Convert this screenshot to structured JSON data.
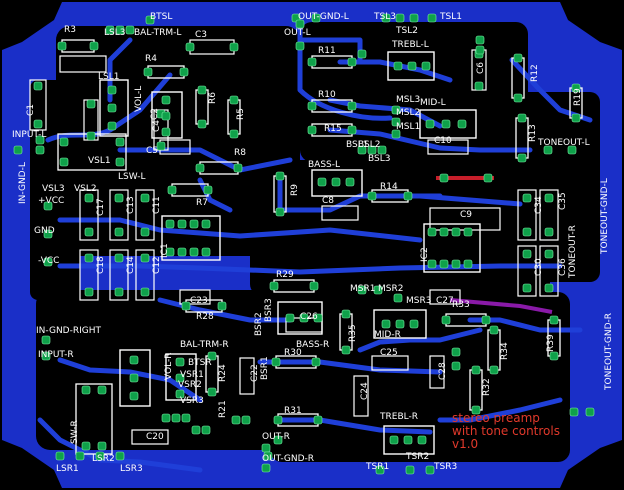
{
  "colors": {
    "background": "#000000",
    "board": "#1a2fc8",
    "trace": "#1f3fd8",
    "pad": "#0fa14a",
    "silk": "#ffffff",
    "note": "#e0392b",
    "jumper_red": "#c81e2a",
    "jumper_violet": "#8a1aa8"
  },
  "note": {
    "line1": "stereo preamp",
    "line2": "with tone controls",
    "line3": "v1.0"
  },
  "labels": {
    "BTSL": "BTSL",
    "BAL_TRM_L": "BAL-TRM-L",
    "LSL3": "LSL3",
    "LSL1": "LSL1",
    "R3": "R3",
    "C3": "C3",
    "R4": "R4",
    "OUT_GND_L": "OUT-GND-L",
    "OUT_L": "OUT-L",
    "TSL3": "TSL3",
    "TSL2": "TSL2",
    "TSL1": "TSL1",
    "TREBL_L": "TREBL-L",
    "C6": "C6",
    "R12": "R12",
    "R19": "R19",
    "R11": "R11",
    "C2": "C2",
    "R6": "R6",
    "R10": "R10",
    "MSL3": "MSL3",
    "MSL2": "MSL2",
    "MSL1": "MSL1",
    "MID_L": "MID-L",
    "C10": "C10",
    "R13": "R13",
    "R5": "R5",
    "C4": "C4",
    "VOL_L": "VOL-L",
    "C1": "C1",
    "INPUT_L": "INPUT-L",
    "IN_GND_L": "IN-GND-L",
    "VSL1": "VSL1",
    "LSW_L": "LSW-L",
    "C5": "C5",
    "R8": "R8",
    "R9": "R9",
    "R15": "R15",
    "BSL1": "BSL1",
    "BSL2": "BSL2",
    "BSL3": "BSL3",
    "BASS_L": "BASS-L",
    "TONEOUT_L": "TONEOUT-L",
    "TONEOUT_GND_L": "TONEOUT-GND-L",
    "VSL3": "VSL3",
    "VSL2": "VSL2",
    "PLUS_VCC": "+VCC",
    "GND": "GND",
    "MINUS_VCC": "-VCC",
    "C17": "C17",
    "C13": "C13",
    "C11": "C11",
    "R7": "R7",
    "R14": "R14",
    "C8": "C8",
    "C9": "C9",
    "C35": "C35",
    "C34": "C34",
    "IC1": "IC1",
    "IC2": "IC2",
    "C18": "C18",
    "C14": "C14",
    "C12": "C12",
    "C30": "C30",
    "C36": "C36",
    "TONEOUT_R": "TONEOUT-R",
    "R29": "R29",
    "C23": "C23",
    "MSR1": "MSR1",
    "MSR2": "MSR2",
    "MSR3": "MSR3",
    "C27": "C27",
    "R33": "R33",
    "TONEOUT_GND_R": "TONEOUT-GND-R",
    "BSR3": "BSR3",
    "BSR2": "BSR2",
    "BSR1": "BSR1",
    "R28": "R28",
    "C26": "C26",
    "R35": "R35",
    "MID_R": "MID-R",
    "R34": "R34",
    "R39": "R39",
    "IN_GND_RIGHT": "IN-GND-RIGHT",
    "BAL_TRM_R": "BAL-TRM-R",
    "BASS_R": "BASS-R",
    "R30": "R30",
    "C25": "C25",
    "INPUT_R": "INPUT-R",
    "BTSR": "BTSR",
    "VOL_R": "VOL-R",
    "R24": "R24",
    "C22": "C22",
    "C24": "C24",
    "C28": "C28",
    "R32": "R32",
    "VSR2": "VSR2",
    "VSR3": "VSR3",
    "R21": "R21",
    "SW_R": "SW-R",
    "R31": "R31",
    "TREBL_R": "TREBL-R",
    "C20": "C20",
    "OUT_R": "OUT-R",
    "OUT_GND_R": "OUT-GND-R",
    "LSR1": "LSR1",
    "LSR2": "LSR2",
    "LSR3": "LSR3",
    "TSR1": "TSR1",
    "TSR2": "TSR2",
    "TSR3": "TSR3",
    "VSR1": "VSR1"
  }
}
